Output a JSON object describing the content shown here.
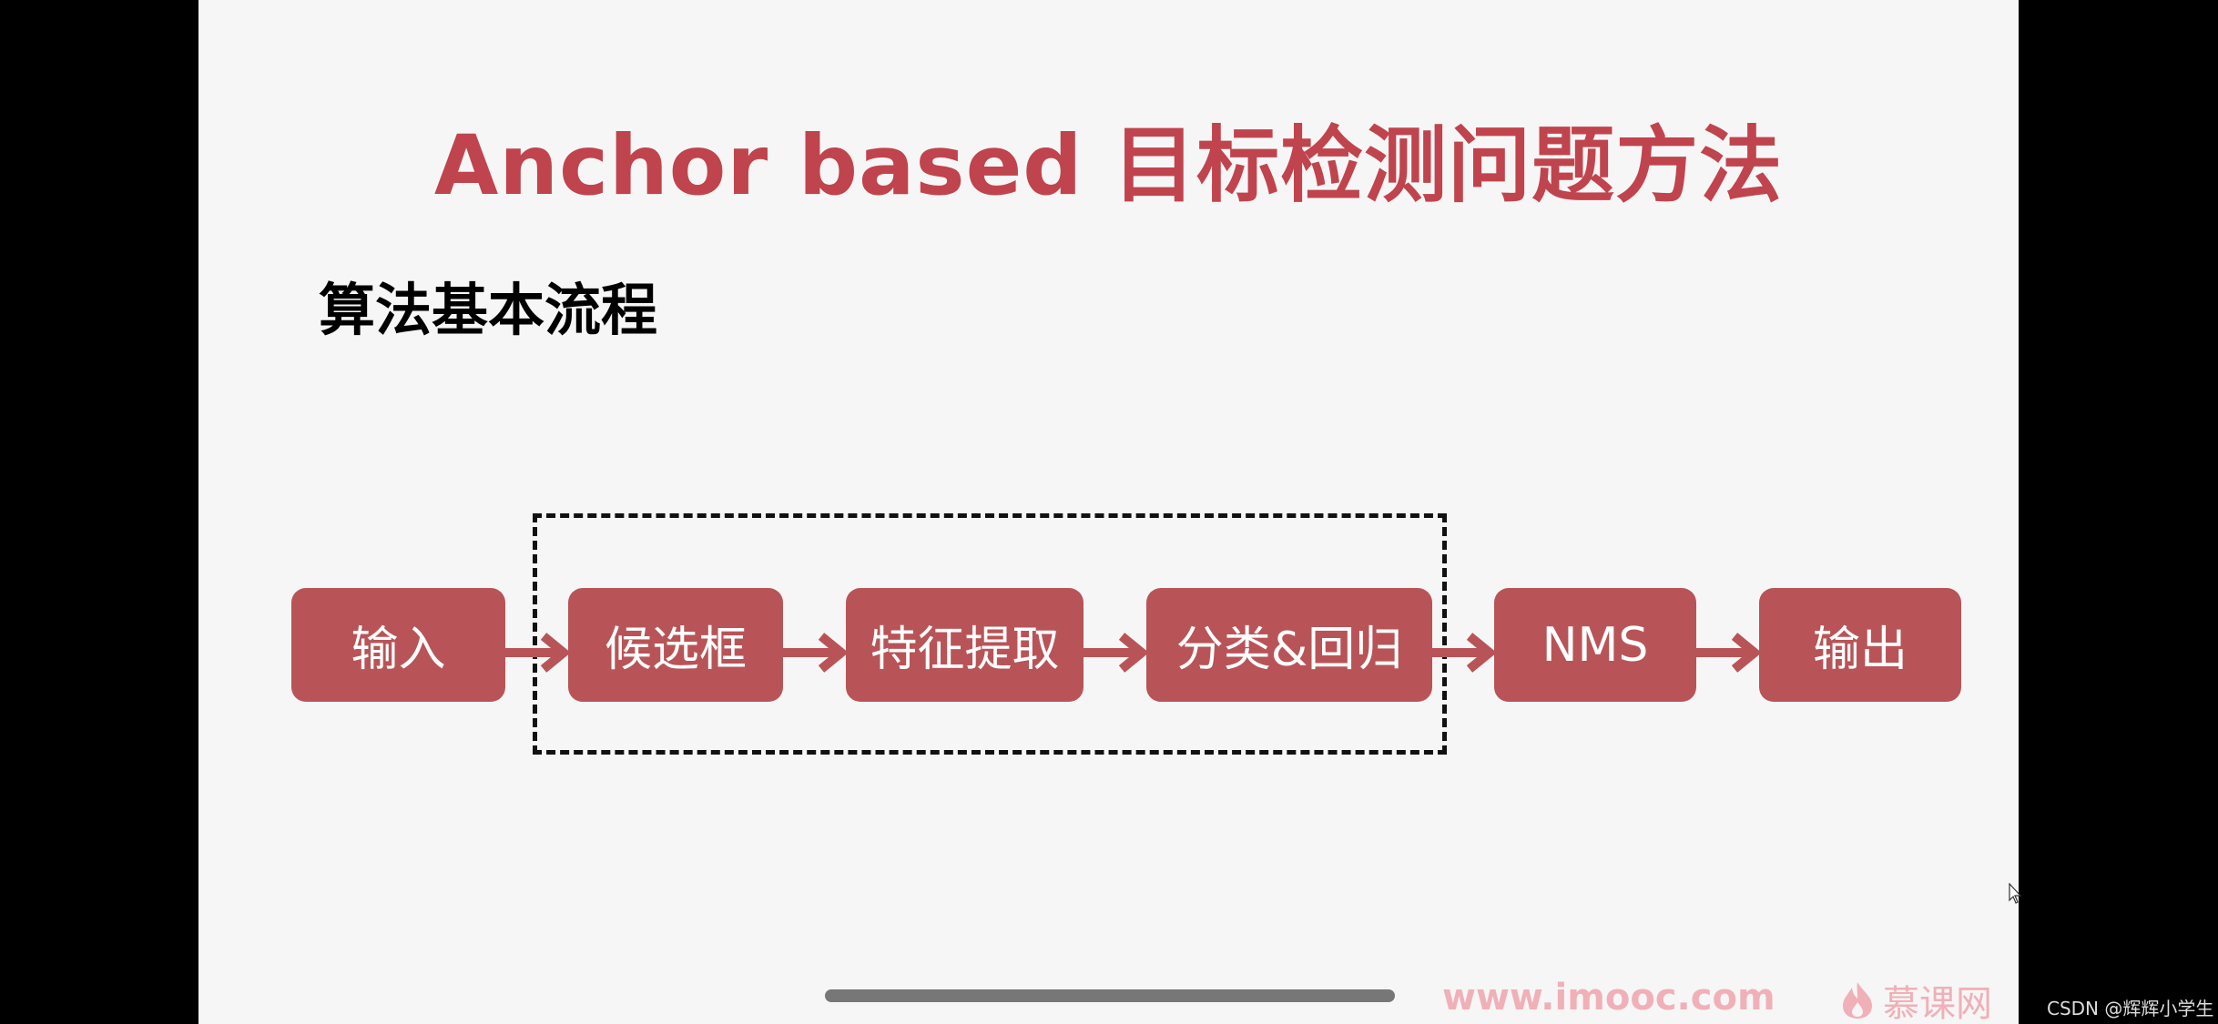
{
  "colors": {
    "accent": "#b85457",
    "box": "#b85457",
    "title": "#c0444d"
  },
  "slide": {
    "title": "Anchor based 目标检测问题方法",
    "subtitle": "算法基本流程"
  },
  "flow": {
    "steps": [
      "输入",
      "候选框",
      "特征提取",
      "分类&回归",
      "NMS",
      "输出"
    ]
  },
  "footer": {
    "watermark": "www.imooc.com",
    "brand": "慕课网",
    "brand_icon": "flame-icon",
    "csdn_credit": "CSDN @辉辉小学生"
  }
}
